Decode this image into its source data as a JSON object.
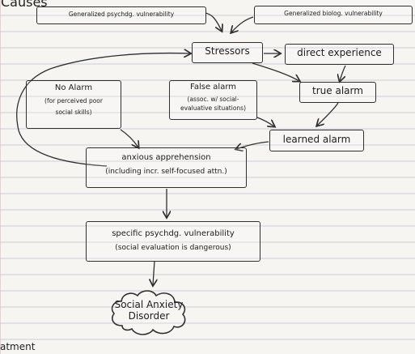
{
  "title_fragment": "Causes",
  "footer_fragment": "atment",
  "nodes": {
    "generalized_psych": {
      "line1": "Generalized psychdg. vulnerability"
    },
    "generalized_bio": {
      "line1": "Generalized biolog. vulnerability"
    },
    "stressors": {
      "line1": "Stressors"
    },
    "direct_experience": {
      "line1": "direct experience"
    },
    "true_alarm": {
      "line1": "true alarm"
    },
    "no_alarm": {
      "line1": "No Alarm",
      "line2": "(for perceived poor",
      "line3": "social skills)"
    },
    "false_alarm": {
      "line1": "False alarm",
      "line2": "(assoc. w/ social-",
      "line3": "evaluative situations)"
    },
    "learned_alarm": {
      "line1": "learned alarm"
    },
    "anxious_apprehension": {
      "line1": "anxious apprehension",
      "line2": "(including incr. self-focused attn.)"
    },
    "specific_psych": {
      "line1": "specific psychdg. vulnerability",
      "line2": "(social evaluation is dangerous)"
    },
    "social_anxiety": {
      "line1": "Social Anxiety",
      "line2": "Disorder"
    }
  },
  "colors": {
    "ink": "#2f2f2f",
    "paper": "#f6f5f2",
    "rule": "#c9cfd9"
  }
}
